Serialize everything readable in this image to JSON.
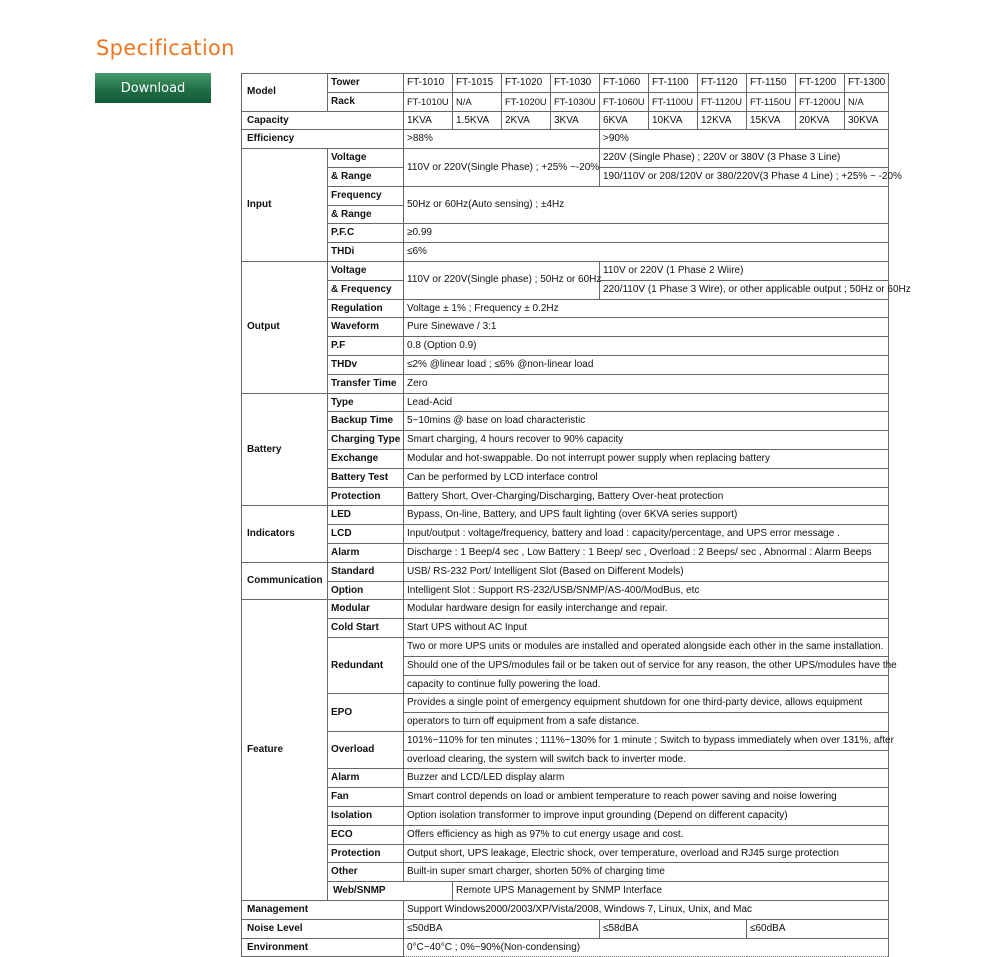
{
  "page": {
    "title": "Specification",
    "download_label": "Download"
  },
  "model": {
    "label": "Model",
    "tower_label": "Tower",
    "rack_label": "Rack",
    "tower": [
      "FT-1010",
      "FT-1015",
      "FT-1020",
      "FT-1030",
      "FT-1060",
      "FT-1100",
      "FT-1120",
      "FT-1150",
      "FT-1200",
      "FT-1300"
    ],
    "rack": [
      "FT-1010U",
      "N/A",
      "FT-1020U",
      "FT-1030U",
      "FT-1060U",
      "FT-1100U",
      "FT-1120U",
      "FT-1150U",
      "FT-1200U",
      "N/A"
    ]
  },
  "capacity": {
    "label": "Capacity",
    "values": [
      "1KVA",
      "1.5KVA",
      "2KVA",
      "3KVA",
      "6KVA",
      "10KVA",
      "12KVA",
      "15KVA",
      "20KVA",
      "30KVA"
    ]
  },
  "efficiency": {
    "label": "Efficiency",
    "low": ">88%",
    "high": ">90%"
  },
  "input": {
    "label": "Input",
    "voltage_label_1": "Voltage",
    "voltage_label_2": "& Range",
    "voltage_low": "110V or 220V(Single Phase) ; +25% ~-20%",
    "voltage_high_1": "220V (Single Phase) ; 220V or 380V (3 Phase 3 Line)",
    "voltage_high_2": "190/110V or 208/120V or 380/220V(3 Phase 4 Line) ; +25% ~ -20%",
    "frequency_label_1": "Frequency",
    "frequency_label_2": "& Range",
    "frequency": "50Hz or 60Hz(Auto sensing) ; ±4Hz",
    "pfc_label": "P.F.C",
    "pfc": "≥0.99",
    "thdi_label": "THDi",
    "thdi": "≤6%"
  },
  "output": {
    "label": "Output",
    "voltage_label_1": "Voltage",
    "voltage_label_2": "& Frequency",
    "voltage_low": "110V or 220V(Single phase) ; 50Hz or 60Hz",
    "voltage_high_1": "110V or 220V (1 Phase 2 Wiire)",
    "voltage_high_2": "220/110V (1 Phase 3 Wire), or other applicable output ; 50Hz or 60Hz",
    "regulation_label": "Regulation",
    "regulation": "Voltage ± 1% ; Frequency ± 0.2Hz",
    "waveform_label": "Waveform",
    "waveform": "Pure Sinewave / 3:1",
    "pf_label": "P.F",
    "pf": "0.8 (Option 0.9)",
    "thdv_label": "THDv",
    "thdv": "≤2% @linear load ; ≤6% @non-linear load",
    "transfer_label": "Transfer Time",
    "transfer": "Zero"
  },
  "battery": {
    "label": "Battery",
    "type_label": "Type",
    "type": "Lead-Acid",
    "backup_label": "Backup Time",
    "backup": "5~10mins @ base on load characteristic",
    "charging_label": "Charging Type",
    "charging": "Smart charging, 4 hours recover to 90% capacity",
    "exchange_label": "Exchange",
    "exchange": "Modular and hot-swappable. Do not interrupt power supply when replacing battery",
    "test_label": "Battery Test",
    "test": "Can be performed by LCD interface control",
    "protection_label": "Protection",
    "protection": "Battery Short, Over-Charging/Discharging, Battery Over-heat protection"
  },
  "indicators": {
    "label": "Indicators",
    "led_label": "LED",
    "led": "Bypass, On-line, Battery, and UPS fault lighting (over 6KVA series support)",
    "lcd_label": "LCD",
    "lcd": "Input/output : voltage/frequency, battery and load : capacity/percentage, and UPS error message .",
    "alarm_label": "Alarm",
    "alarm": "Discharge : 1 Beep/4 sec , Low Battery : 1 Beep/ sec , Overload : 2 Beeps/ sec , Abnormal : Alarm Beeps"
  },
  "communication": {
    "label": "Communication",
    "standard_label": "Standard",
    "standard": "USB/ RS-232 Port/ Intelligent Slot (Based on Different Models)",
    "option_label": "Option",
    "option": "Intelligent Slot : Support RS-232/USB/SNMP/AS-400/ModBus, etc"
  },
  "feature": {
    "label": "Feature",
    "modular_label": "Modular",
    "modular": "Modular hardware design for easily interchange and repair.",
    "cold_label": "Cold Start",
    "cold": "Start UPS without AC Input",
    "redundant_label": "Redundant",
    "redundant_1": "Two or more UPS units or modules are installed and operated alongside each other in the same installation.",
    "redundant_2": "Should one of the UPS/modules fail or be taken out of service for any reason, the other UPS/modules have the",
    "redundant_3": "capacity to continue fully powering the load.",
    "epo_label": "EPO",
    "epo_1": "Provides a single point of emergency equipment shutdown for one third-party device, allows equipment",
    "epo_2": "operators to turn off equipment from a safe distance.",
    "overload_label": "Overload",
    "overload_1": "101%~110% for ten minutes ; 111%~130% for 1 minute ; Switch to bypass immediately when over 131%, after",
    "overload_2": "overload clearing, the system will switch back to inverter mode.",
    "alarm_label": "Alarm",
    "alarm": "Buzzer and LCD/LED display alarm",
    "fan_label": "Fan",
    "fan": "Smart control depends on load or ambient temperature to reach power saving and noise lowering",
    "isolation_label": "Isolation",
    "isolation": "Option isolation transformer to improve input grounding (Depend on different capacity)",
    "eco_label": "ECO",
    "eco": "Offers efficiency as high as 97% to cut energy usage and cost.",
    "protection_label": "Protection",
    "protection": "Output short, UPS leakage, Electric shock, over temperature, overload and RJ45 surge protection",
    "other_label": "Other",
    "other": "Built-in super smart charger, shorten 50% of charging time"
  },
  "web_snmp": {
    "label": "Web/SNMP",
    "value": "Remote UPS Management by SNMP Interface"
  },
  "management": {
    "label": "Management",
    "value": "Support Windows2000/2003/XP/Vista/2008, Windows 7, Linux, Unix, and Mac"
  },
  "noise": {
    "label": "Noise Level",
    "low": "≤50dBA",
    "mid": "≤58dBA",
    "high": "≤60dBA"
  },
  "environment": {
    "label": "Environment",
    "value": "0°C~40°C ; 0%~90%(Non-condensing)"
  }
}
